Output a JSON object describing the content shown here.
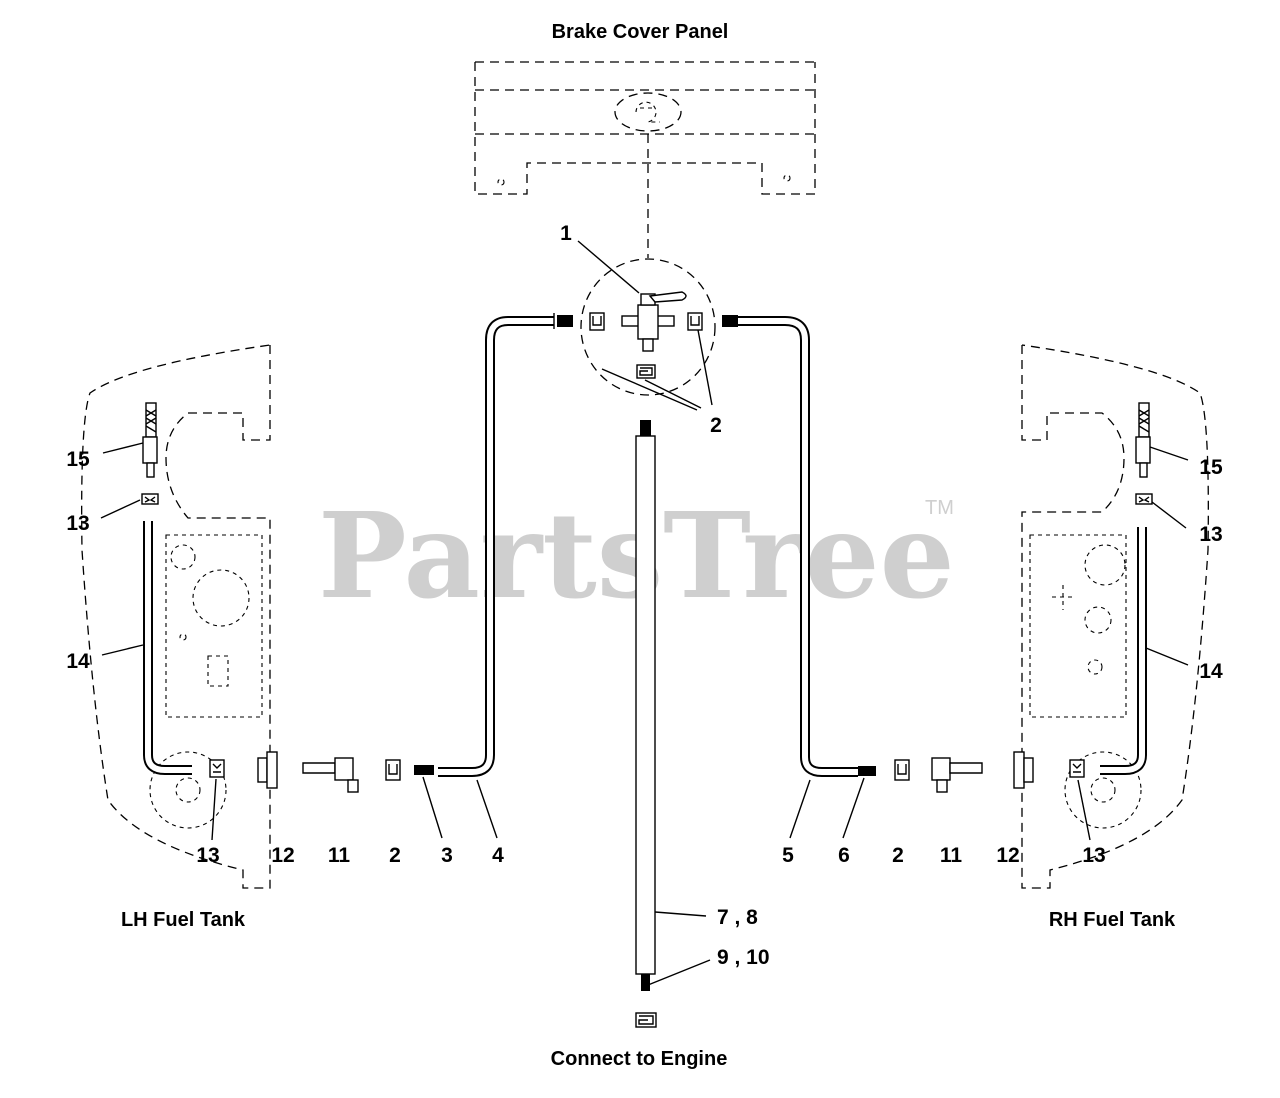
{
  "diagram": {
    "title_top": "Brake Cover Panel",
    "title_left": "LH Fuel Tank",
    "title_right": "RH Fuel Tank",
    "title_bottom": "Connect to Engine",
    "watermark": "PartsTree",
    "watermark_tm": "TM"
  },
  "callouts": {
    "c1": "1",
    "c2_top": "2",
    "c15_left": "15",
    "c13_left_top": "13",
    "c14_left": "14",
    "c13_left_bottom": "13",
    "c12_left": "12",
    "c11_left": "11",
    "c2_left": "2",
    "c3": "3",
    "c4": "4",
    "c5": "5",
    "c6": "6",
    "c2_right": "2",
    "c11_right": "11",
    "c12_right": "12",
    "c13_right_bottom": "13",
    "c15_right": "15",
    "c13_right_top": "13",
    "c14_right": "14",
    "c78": "7 ,  8",
    "c910": "9 ,  10"
  }
}
